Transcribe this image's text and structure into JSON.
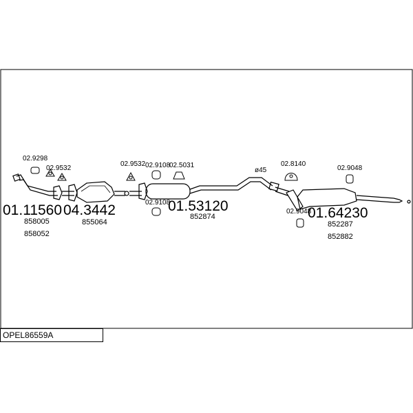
{
  "title": "OPEL86559A",
  "diameter_label": "ø45",
  "clamp_codes": {
    "c1": "02.9298",
    "c2": "02.9532",
    "c3": "02.9532",
    "c4": "02.9108",
    "c5": "02.5031",
    "c6": "02.9108",
    "c7": "02.8140",
    "c8": "02.9048",
    "c9": "02.9048"
  },
  "parts": {
    "front_pipe": {
      "code": "01.11560",
      "refs": [
        "858005",
        "858052"
      ]
    },
    "catalyst": {
      "code": "04.3442",
      "refs": [
        "855064"
      ]
    },
    "centre": {
      "code": "01.53120",
      "refs": [
        "852874"
      ]
    },
    "rear": {
      "code": "01.64230",
      "refs": [
        "852287",
        "852882"
      ]
    }
  },
  "colors": {
    "line": "#000000",
    "background": "#ffffff"
  }
}
